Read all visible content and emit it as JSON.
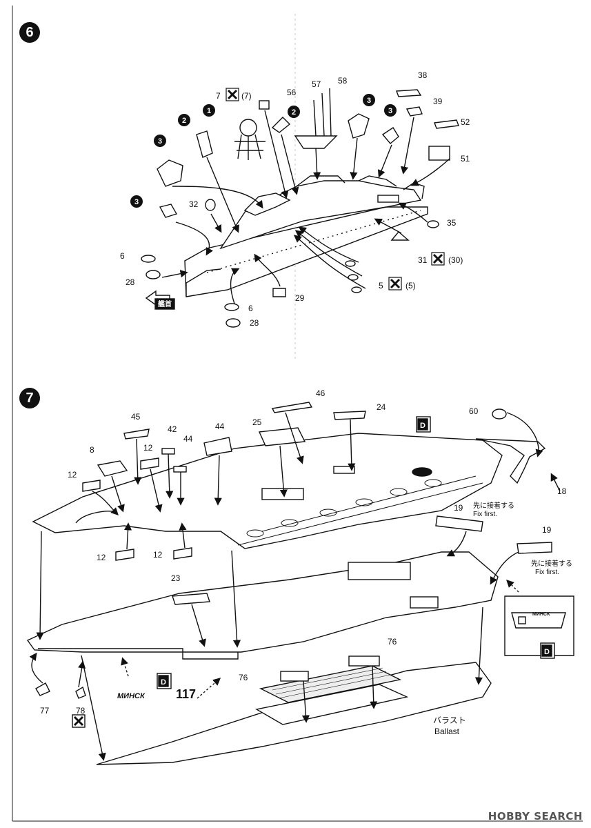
{
  "steps": {
    "step6": "6",
    "step7": "7"
  },
  "step6": {
    "sub_steps": {
      "a": "1",
      "b": "2",
      "c": "3"
    },
    "part_labels": {
      "p7": "7",
      "p7b": "(7)",
      "p56": "56",
      "p57": "57",
      "p58": "58",
      "p38": "38",
      "p39": "39",
      "p52": "52",
      "p51": "51",
      "p32": "32",
      "p6": "6",
      "p28": "28",
      "p29": "29",
      "p6b": "6",
      "p28b": "28",
      "p5": "5",
      "p5b": "(5)",
      "p31": "31",
      "p30": "(30)",
      "p35": "35"
    },
    "bow_label": "艦首"
  },
  "step7": {
    "part_labels": {
      "p46": "46",
      "p24": "24",
      "p45": "45",
      "p25": "25",
      "p44": "44",
      "p42": "42",
      "p44b": "44",
      "p8": "8",
      "p12a": "12",
      "p12b": "12",
      "p12c": "12",
      "p12d": "12",
      "p60": "60",
      "p18": "18",
      "p19a": "19",
      "p19b": "19",
      "p23": "23",
      "p76a": "76",
      "p76b": "76",
      "p77": "77",
      "p78": "78"
    },
    "fix_first_jp": "先に接着する",
    "fix_first_en": "Fix first.",
    "ballast_jp": "バラスト",
    "ballast_en": "Ballast",
    "ship_name": "МИНСК",
    "hull_number": "117",
    "decal_letter": "D"
  },
  "watermark": "HOBBY SEARCH"
}
